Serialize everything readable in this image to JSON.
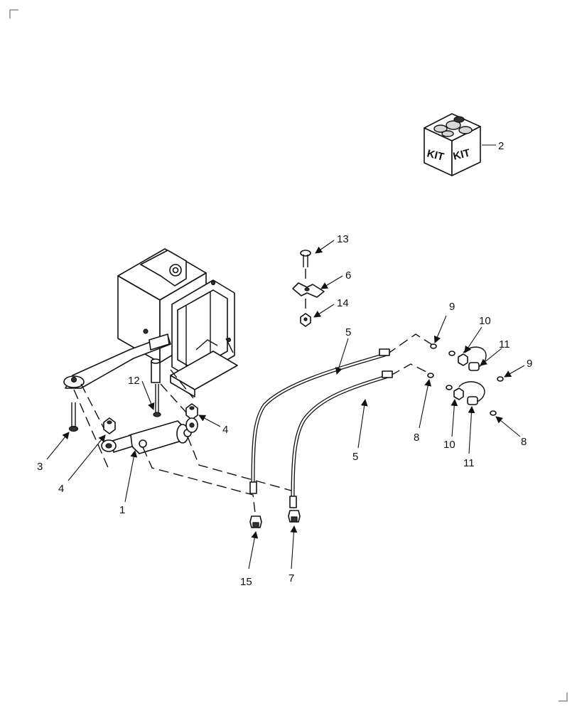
{
  "kit": {
    "label_left": "KIT",
    "label_right": "KIT"
  },
  "callouts": [
    {
      "id": "c2",
      "text": "2"
    },
    {
      "id": "c13",
      "text": "13"
    },
    {
      "id": "c6",
      "text": "6"
    },
    {
      "id": "c14",
      "text": "14"
    },
    {
      "id": "c9a",
      "text": "9"
    },
    {
      "id": "c10a",
      "text": "10"
    },
    {
      "id": "c11a",
      "text": "11"
    },
    {
      "id": "c9b",
      "text": "9"
    },
    {
      "id": "c5a",
      "text": "5"
    },
    {
      "id": "c12",
      "text": "12"
    },
    {
      "id": "c4a",
      "text": "4"
    },
    {
      "id": "c8a",
      "text": "8"
    },
    {
      "id": "c10b",
      "text": "10"
    },
    {
      "id": "c8b",
      "text": "8"
    },
    {
      "id": "c5b",
      "text": "5"
    },
    {
      "id": "c11b",
      "text": "11"
    },
    {
      "id": "c3",
      "text": "3"
    },
    {
      "id": "c4b",
      "text": "4"
    },
    {
      "id": "c1",
      "text": "1"
    },
    {
      "id": "c15",
      "text": "15"
    },
    {
      "id": "c7",
      "text": "7"
    }
  ]
}
